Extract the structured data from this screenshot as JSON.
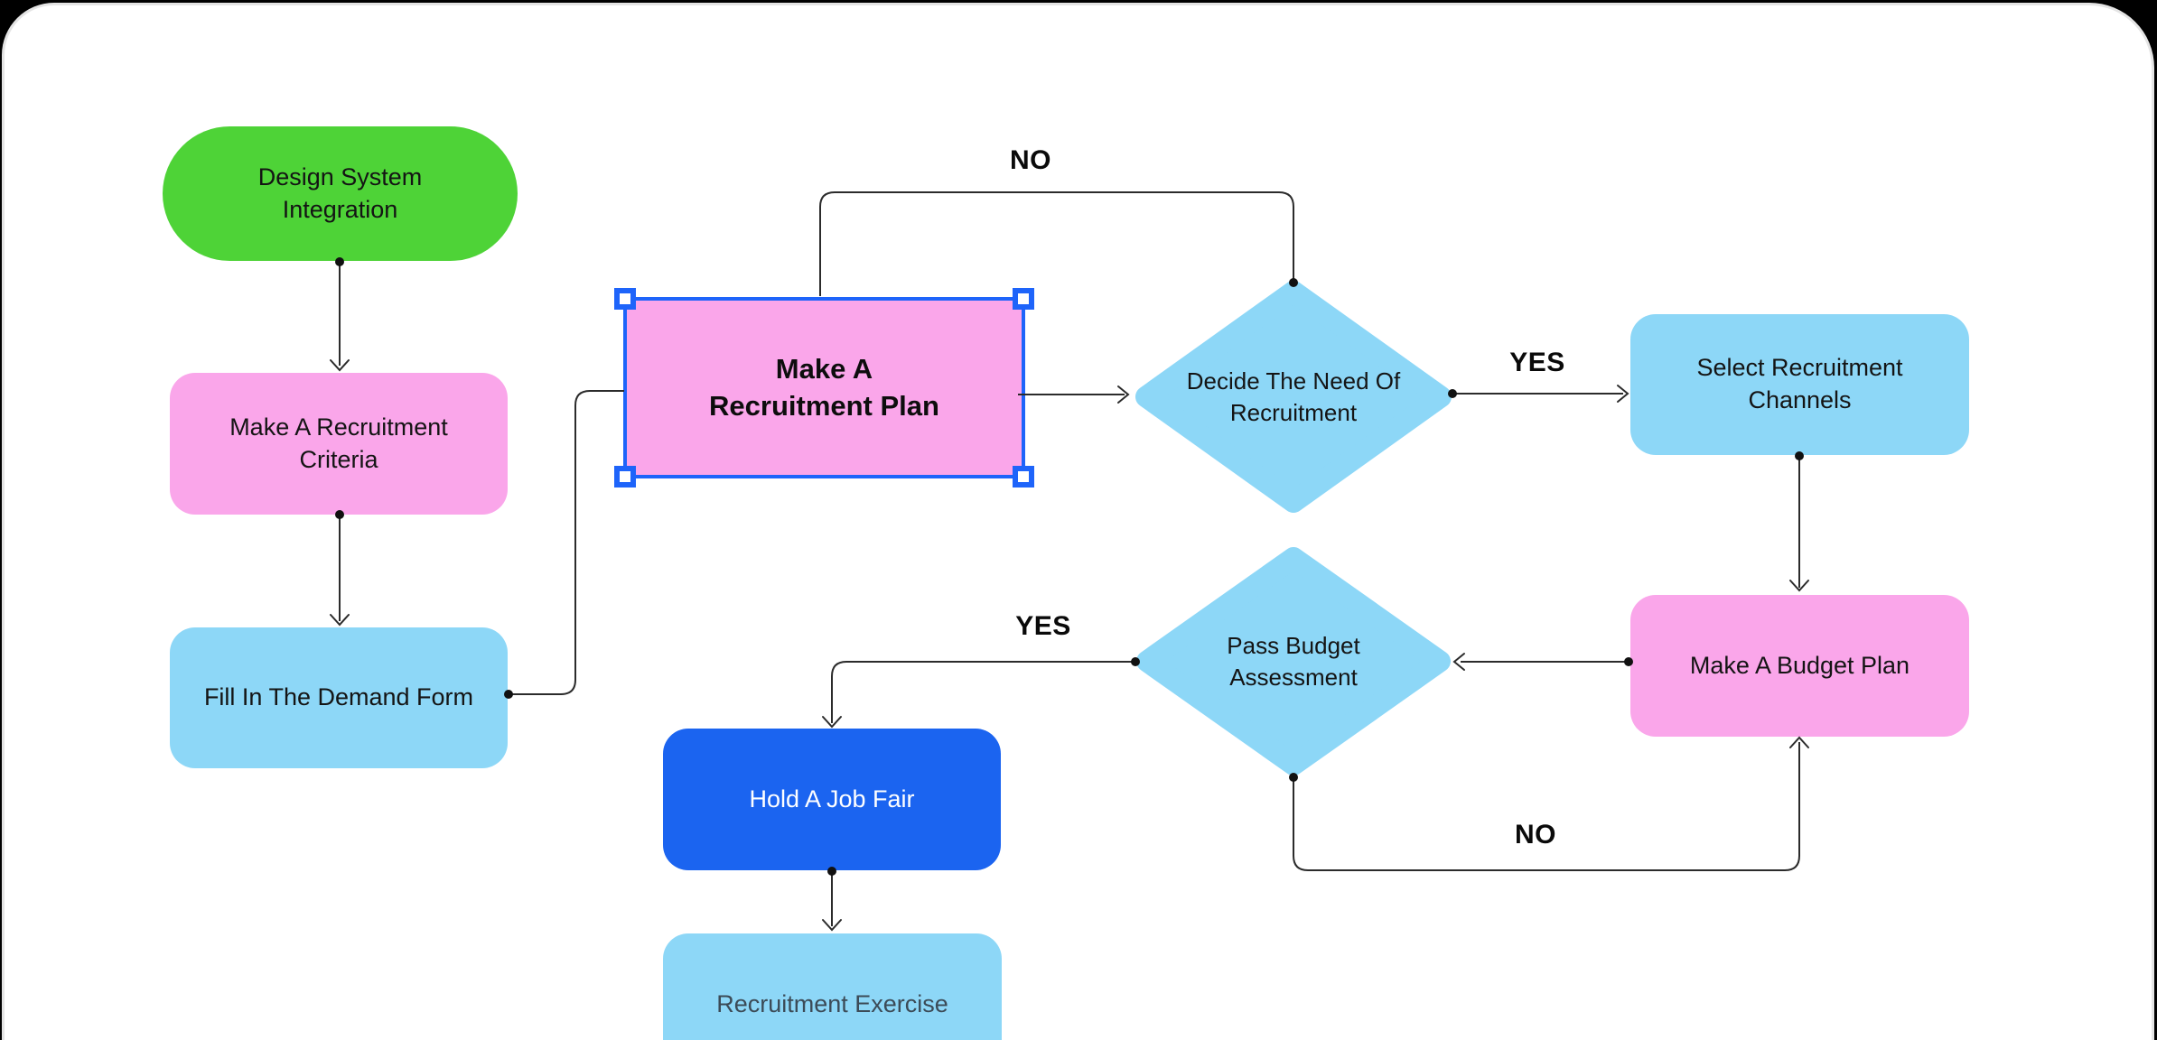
{
  "app": {
    "surface_color": "#ffffff",
    "desktop_color": "#000000",
    "frame_border_color": "#e4e4e4"
  },
  "colors": {
    "terminator_green": "#4ED337",
    "process_pink": "#FAA6EA",
    "process_light_blue": "#8DD7F7",
    "process_dark_blue": "#1B64F0",
    "selection_blue": "#1E64FA",
    "edge_line": "#2b2b2b",
    "text_dark": "#141414",
    "text_white": "#ffffff",
    "text_slate": "#3C4B57"
  },
  "diagram": {
    "nodes": [
      {
        "id": "design-system-integration",
        "shape": "terminator",
        "fill": "green",
        "label": "Design System\nIntegration"
      },
      {
        "id": "make-a-recruitment-criteria",
        "shape": "process",
        "fill": "pink",
        "label": "Make A Recruitment\nCriteria"
      },
      {
        "id": "fill-in-the-demand-form",
        "shape": "process",
        "fill": "light_blue",
        "label": "Fill In The Demand Form"
      },
      {
        "id": "make-a-recruitment-plan",
        "shape": "process",
        "fill": "pink",
        "selected": true,
        "label": "Make A\nRecruitment Plan"
      },
      {
        "id": "decide-the-need-of-recruitment",
        "shape": "decision",
        "fill": "light_blue",
        "label": "Decide The Need Of\nRecruitment"
      },
      {
        "id": "select-recruitment-channels",
        "shape": "process",
        "fill": "light_blue",
        "label": "Select Recruitment\nChannels"
      },
      {
        "id": "pass-budget-assessment",
        "shape": "decision",
        "fill": "light_blue",
        "label": "Pass Budget\nAssessment"
      },
      {
        "id": "make-a-budget-plan",
        "shape": "process",
        "fill": "pink",
        "label": "Make A Budget Plan"
      },
      {
        "id": "hold-a-job-fair",
        "shape": "process",
        "fill": "dark_blue",
        "label": "Hold A Job Fair"
      },
      {
        "id": "recruitment-exercise",
        "shape": "process",
        "fill": "light_blue",
        "label": "Recruitment Exercise"
      }
    ],
    "edge_labels": [
      {
        "id": "no-top",
        "text": "NO"
      },
      {
        "id": "yes-right",
        "text": "YES"
      },
      {
        "id": "yes-left",
        "text": "YES"
      },
      {
        "id": "no-bottom",
        "text": "NO"
      }
    ],
    "edges": [
      {
        "from": "design-system-integration",
        "to": "make-a-recruitment-criteria"
      },
      {
        "from": "make-a-recruitment-criteria",
        "to": "fill-in-the-demand-form"
      },
      {
        "from": "fill-in-the-demand-form",
        "to": "make-a-recruitment-plan"
      },
      {
        "from": "make-a-recruitment-plan",
        "to": "decide-the-need-of-recruitment"
      },
      {
        "from": "decide-the-need-of-recruitment",
        "to": "make-a-recruitment-plan",
        "label": "NO"
      },
      {
        "from": "decide-the-need-of-recruitment",
        "to": "select-recruitment-channels",
        "label": "YES"
      },
      {
        "from": "select-recruitment-channels",
        "to": "make-a-budget-plan"
      },
      {
        "from": "make-a-budget-plan",
        "to": "pass-budget-assessment"
      },
      {
        "from": "pass-budget-assessment",
        "to": "hold-a-job-fair",
        "label": "YES"
      },
      {
        "from": "pass-budget-assessment",
        "to": "make-a-budget-plan",
        "label": "NO"
      },
      {
        "from": "hold-a-job-fair",
        "to": "recruitment-exercise"
      }
    ]
  }
}
